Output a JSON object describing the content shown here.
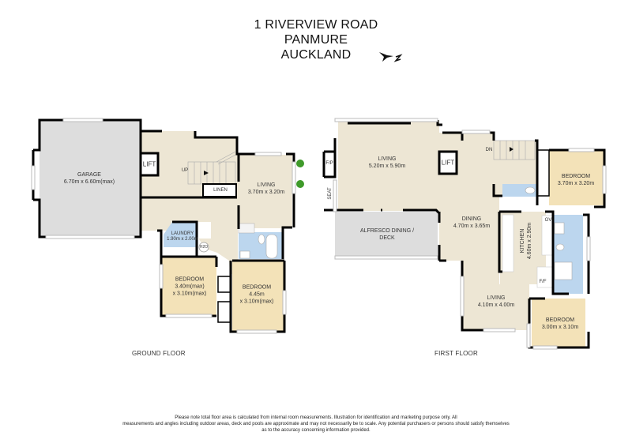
{
  "header": {
    "address_line1": "1  RIVERVIEW ROAD",
    "address_line2": "PANMURE",
    "address_line3": "AUCKLAND",
    "compass_icon": "north-arrow-icon",
    "compass_letter": "N"
  },
  "colors": {
    "living_area": "#ede6d4",
    "bedroom": "#f3e2b8",
    "wet_area": "#bcd6ee",
    "garage_deck": "#dddddd",
    "wall": "#000000",
    "window": "#ffffff",
    "tree": "#3f9a2a"
  },
  "ground_floor": {
    "label": "GROUND FLOOR",
    "rooms": {
      "garage": {
        "name": "GARAGE",
        "size": "6.70m x 6.60m(max)"
      },
      "lift": {
        "name": "LIFT"
      },
      "stairs": {
        "name": "UP"
      },
      "linen": {
        "name": "LINEN"
      },
      "living": {
        "name": "LIVING",
        "size": "3.70m x 3.20m"
      },
      "laundry": {
        "name": "LAUNDRY",
        "size": "1.90m x 2.00m"
      },
      "h2o": {
        "name": "H2O"
      },
      "bedroom1": {
        "name": "BEDROOM",
        "size1": "3.40m(max)",
        "size2": "x 3.10m(max)"
      },
      "bedroom2": {
        "name": "BEDROOM",
        "size1": "4.45m",
        "size2": "x 3.10m(max)"
      }
    }
  },
  "first_floor": {
    "label": "FIRST FLOOR",
    "rooms": {
      "living1": {
        "name": "LIVING",
        "size": "5.20m x 5.90m"
      },
      "fp": {
        "name": "F/P"
      },
      "seat": {
        "name": "SEAT"
      },
      "lift": {
        "name": "LIFT"
      },
      "stairs": {
        "name": "DN"
      },
      "bedroom1": {
        "name": "BEDROOM",
        "size": "3.70m x 3.20m"
      },
      "alfresco": {
        "name1": "ALFRESCO DINING /",
        "name2": "DECK"
      },
      "dining": {
        "name": "DINING",
        "size": "4.70m x 3.65m"
      },
      "kitchen": {
        "name": "KITCHEN",
        "size": "4.60m x 2.90m"
      },
      "ov": {
        "name": "OV"
      },
      "ff": {
        "name": "F/F"
      },
      "living2": {
        "name": "LIVING",
        "size": "4.10m x 4.00m"
      },
      "bedroom2": {
        "name": "BEDROOM",
        "size": "3.00m x 3.10m"
      }
    }
  },
  "disclaimer": {
    "line1": "Please note total floor area is calculated from internal room measurements. Illustration for identification and marketing purpose only. All",
    "line2": "measurements and angles including outdoor areas, deck and pools are approximate and may not necessarily be to scale. Any potential purchasers or persons should satisfy themselves",
    "line3": "as to the accuracy concerning information provided."
  }
}
